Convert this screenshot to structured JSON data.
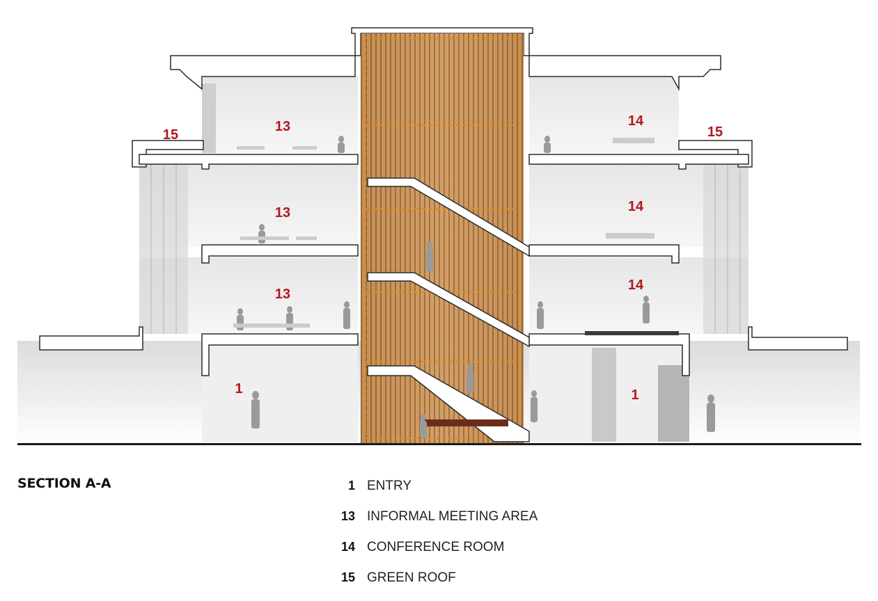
{
  "title": "SECTION A-A",
  "callouts": {
    "entry_left": "1",
    "entry_right": "1",
    "meeting_floor2": "13",
    "meeting_floor3": "13",
    "meeting_floor4": "13",
    "conference_floor2": "14",
    "conference_floor3": "14",
    "conference_floor4": "14",
    "green_roof_left": "15",
    "green_roof_right": "15"
  },
  "legend": [
    {
      "number": "1",
      "label": "ENTRY"
    },
    {
      "number": "13",
      "label": "INFORMAL MEETING AREA"
    },
    {
      "number": "14",
      "label": "CONFERENCE ROOM"
    },
    {
      "number": "15",
      "label": "GREEN ROOF"
    }
  ],
  "colors": {
    "callout": "#b3161f",
    "wood": "#c8935a",
    "wood_dark": "#8a5a30",
    "dashed_outline": "#e08a1e",
    "slab": "#ffffff",
    "outline": "#2a2a2a"
  }
}
